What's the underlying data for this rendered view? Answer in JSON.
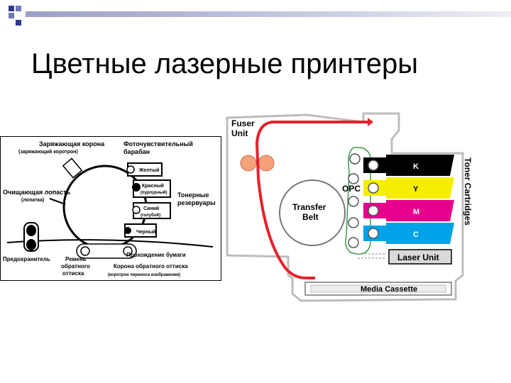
{
  "slide": {
    "title": "Цветные лазерные принтеры"
  },
  "left_diagram": {
    "labels": {
      "charge_corona": "Заряжающая корона",
      "charge_roller": "(заряжающий коротрон)",
      "photo_drum_1": "Фоточувствительный",
      "photo_drum_2": "барабан",
      "yellow": "Желтый",
      "red_1": "Красный",
      "red_2": "(пурпурный)",
      "blue_1": "Синий",
      "blue_2": "(голубой)",
      "black": "Черный",
      "toner_1": "Тонерные",
      "toner_2": "резервуары",
      "cleaning_1": "Очищающая лопасть",
      "cleaning_2": "(лопатка)",
      "fuse": "Предохранитель",
      "belt_1": "Ремень",
      "belt_2": "обратного",
      "belt_3": "оттиска",
      "paper_path": "Прохождение бумаги",
      "transfer_corona": "Корона обратного оттиска",
      "transfer_roller": "(коротрон переноса изображения)"
    }
  },
  "right_diagram": {
    "labels": {
      "fuser_1": "Fuser",
      "fuser_2": "Unit",
      "opc": "OPC",
      "transfer_1": "Transfer",
      "transfer_2": "Belt",
      "toner_k": "K",
      "toner_y": "Y",
      "toner_m": "M",
      "toner_c": "C",
      "toner_cartridges": "Toner Cartridges",
      "laser_unit": "Laser Unit",
      "media_cassette": "Media Cassette"
    },
    "colors": {
      "black": "#000000",
      "yellow": "#f5ee00",
      "magenta": "#e6008c",
      "cyan": "#00a2e8",
      "paper_path": "#e8202a",
      "fuser": "#f4a27a",
      "opc_outline": "#3a9a4a"
    }
  }
}
